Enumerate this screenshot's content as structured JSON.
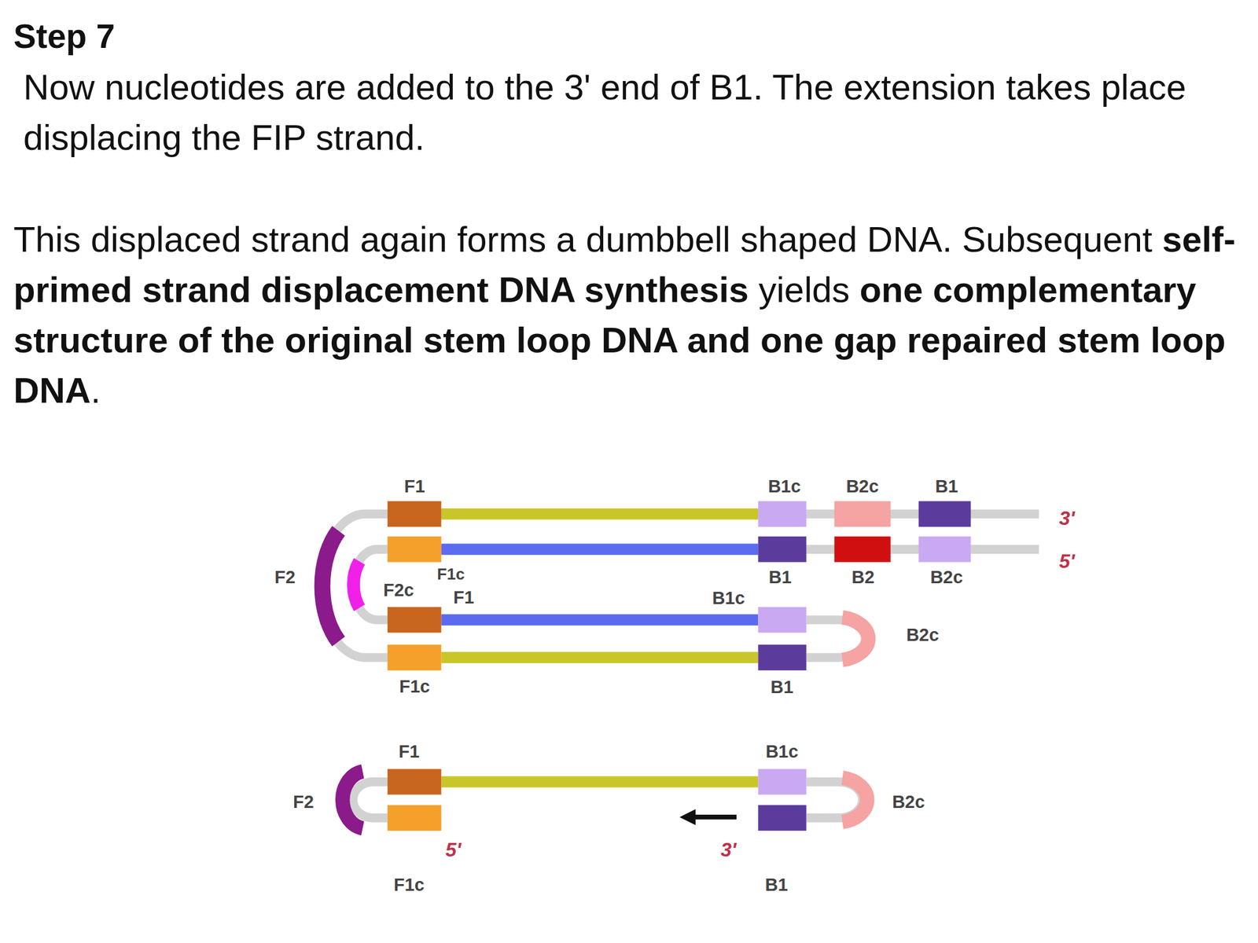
{
  "diagram": {
    "title": "Step 7",
    "labels": [
      "Now nucleotides are added to the 3' end of B1. The extension takes place displacing the FIP strand.",
      "This displaced strand again forms a dumbbell shaped DNA. Subsequent",
      "self-primed strand displacement DNA synthesis",
      "yields",
      "one complementary structure of the original stem loop DNA and one gap repaired stem loop DNA",
      ".",
      "F1",
      "B1c",
      "B2c",
      "B1",
      "3'",
      "5'",
      "F2",
      "F1c",
      "B1",
      "B2",
      "B2c",
      "F2c",
      "F1",
      "B1c",
      "B2c",
      "F1c",
      "B1",
      "F1",
      "B1c",
      "F2",
      "B2c",
      "5'",
      "3'",
      "F1c",
      "B1"
    ]
  }
}
